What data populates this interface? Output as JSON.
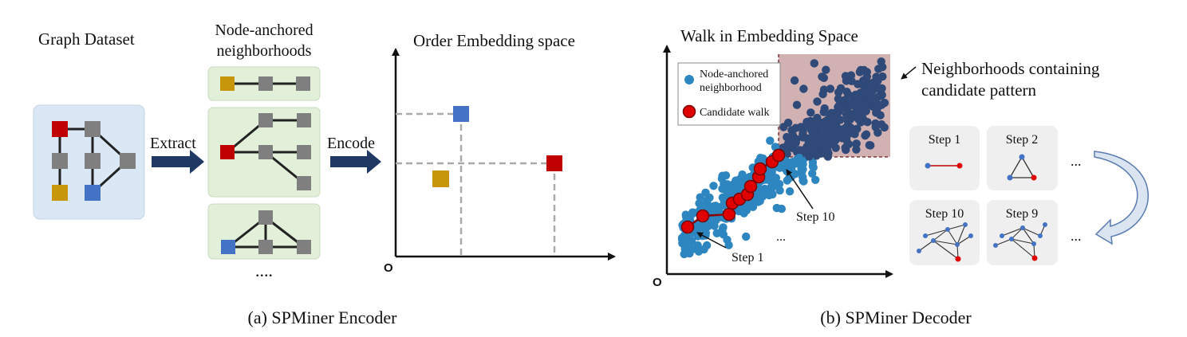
{
  "encoder": {
    "graph_dataset_label": "Graph Dataset",
    "neighborhoods_label_line1": "Node-anchored",
    "neighborhoods_label_line2": "neighborhoods",
    "extract_label": "Extract",
    "encode_label": "Encode",
    "embedding_space_title": "Order Embedding space",
    "origin_label": "O",
    "more_neighborhoods": "....",
    "caption": "(a) SPMiner Encoder"
  },
  "decoder": {
    "walk_title": "Walk in Embedding Space",
    "legend_neighborhood_line1": "Node-anchored",
    "legend_neighborhood_line2": "neighborhood",
    "legend_candidate": "Candidate walk",
    "region_label_line1": "Neighborhoods containing",
    "region_label_line2": "candidate pattern",
    "step1_label": "Step 1",
    "step10_label": "Step 10",
    "ellipsis": "...",
    "origin_label": "O",
    "panels": [
      {
        "label": "Step 1"
      },
      {
        "label": "Step 2"
      },
      {
        "label": "Step 10"
      },
      {
        "label": "Step 9"
      }
    ],
    "panel_ellipsis_top": "...",
    "panel_ellipsis_bottom": "...",
    "caption": "(b) SPMiner Decoder"
  },
  "colors": {
    "red_node": "#c00000",
    "gray_node": "#7f7f7f",
    "gold_node": "#c8960a",
    "blue_node": "#4472c4",
    "scatter_blue": "#2e86c1",
    "scatter_dark": "#2f4a78",
    "region_fill": "#c9a3a3",
    "green_panel": "#e2efd9",
    "blue_panel": "#dae8f5",
    "arrow_navy": "#1f3864"
  }
}
